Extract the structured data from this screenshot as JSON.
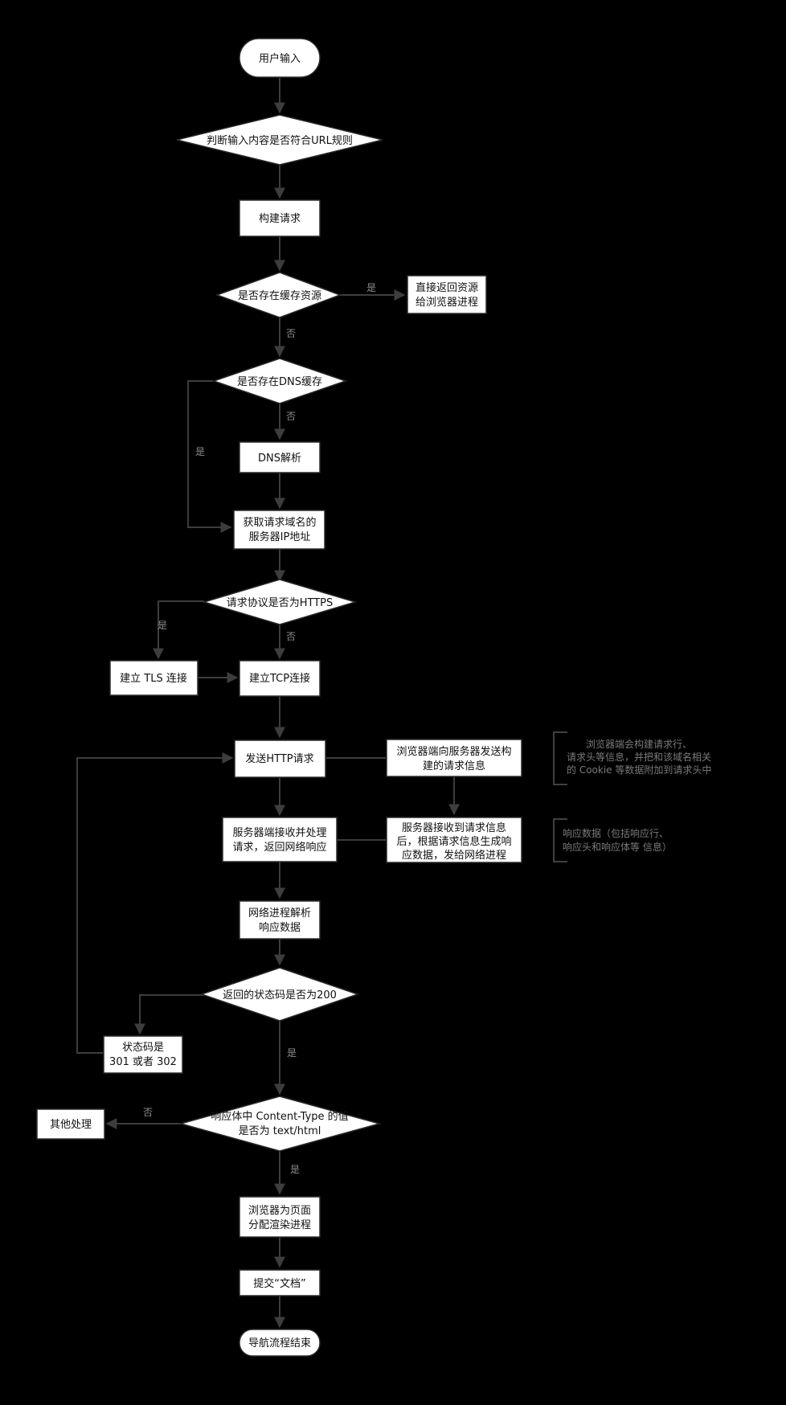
{
  "diagram": {
    "background": "#000000",
    "line_color": "#3d3d3d",
    "node_fill": "#ffffff",
    "node_border": "#2a2a2a",
    "label_color": "#8c8c8c",
    "nodes": {
      "start": {
        "lines": [
          "用户输入"
        ]
      },
      "check_url": {
        "lines": [
          "判断输入内容是否符合URL规则"
        ]
      },
      "build_request": {
        "lines": [
          "构建请求"
        ]
      },
      "check_cache": {
        "lines": [
          "是否存在缓存资源"
        ]
      },
      "return_cached": {
        "lines": [
          "直接返回资源",
          "给浏览器进程"
        ]
      },
      "check_dns_cache": {
        "lines": [
          "是否存在DNS缓存"
        ]
      },
      "dns_resolve": {
        "lines": [
          "DNS解析"
        ]
      },
      "get_ip": {
        "lines": [
          "获取请求域名的",
          "服务器IP地址"
        ]
      },
      "check_https": {
        "lines": [
          "请求协议是否为HTTPS"
        ]
      },
      "tls": {
        "lines": [
          "建立 TLS 连接"
        ]
      },
      "tcp": {
        "lines": [
          "建立TCP连接"
        ]
      },
      "send_http": {
        "lines": [
          "发送HTTP请求"
        ]
      },
      "browser_send": {
        "lines": [
          "浏览器端向服务器发送构",
          "建的请求信息"
        ]
      },
      "server_receive": {
        "lines": [
          "服务器接收到请求信息",
          "后，根据请求信息生成响",
          "应数据，发给网络进程"
        ]
      },
      "server_process": {
        "lines": [
          "服务器端接收并处理",
          "请求，返回网络响应"
        ]
      },
      "parse_response": {
        "lines": [
          "网络进程解析",
          "响应数据"
        ]
      },
      "check_status": {
        "lines": [
          "返回的状态码是否为200"
        ]
      },
      "redirect": {
        "lines": [
          "状态码是",
          "301 或者 302"
        ]
      },
      "check_content_type": {
        "lines": [
          "响应体中 Content-Type 的值",
          "是否为 text/html"
        ]
      },
      "other": {
        "lines": [
          "其他处理"
        ]
      },
      "allocate_renderer": {
        "lines": [
          "浏览器为页面",
          "分配渲染进程"
        ]
      },
      "commit": {
        "lines": [
          "提交“文档”"
        ]
      },
      "end": {
        "lines": [
          "导航流程结束"
        ]
      }
    },
    "edge_labels": {
      "cache_yes": "是",
      "cache_no": "否",
      "dns_cache_no": "否",
      "dns_cache_yes": "是",
      "https_yes": "是",
      "https_no": "否",
      "status_yes": "是",
      "content_type_no": "否",
      "content_type_yes": "是"
    },
    "notes": {
      "request_note": [
        "浏览器端会构建请求行、",
        "请求头等信息，并把和该域名相关",
        "的 Cookie 等数据附加到请求头中"
      ],
      "response_note": [
        "响应数据（包括响应行、",
        "响应头和响应体等 信息）"
      ]
    }
  }
}
